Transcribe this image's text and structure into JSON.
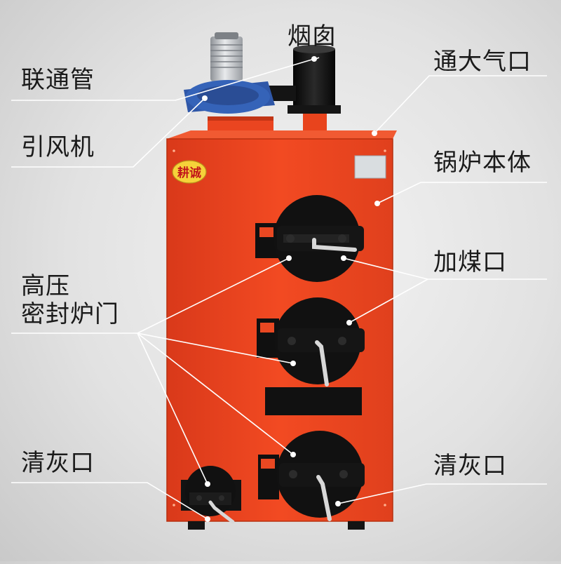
{
  "labels": {
    "chimney": "烟囱",
    "connecting_pipe": "联通管",
    "atmosphere_port": "通大气口",
    "induced_fan": "引风机",
    "boiler_body": "锅炉本体",
    "coal_feed_port": "加煤口",
    "sealed_door_line1": "高压",
    "sealed_door_line2": "密封炉门",
    "ash_port_left": "清灰口",
    "ash_port_right": "清灰口"
  },
  "brand": {
    "logo_text": "耕诚"
  },
  "colors": {
    "boiler_body": "#f0471e",
    "door": "#111111",
    "fan": "#2f57a8",
    "motor": "#c9ccd0",
    "leader_line": "#ffffff",
    "logo_bg": "#f6d23a",
    "logo_text": "#c2161b"
  }
}
